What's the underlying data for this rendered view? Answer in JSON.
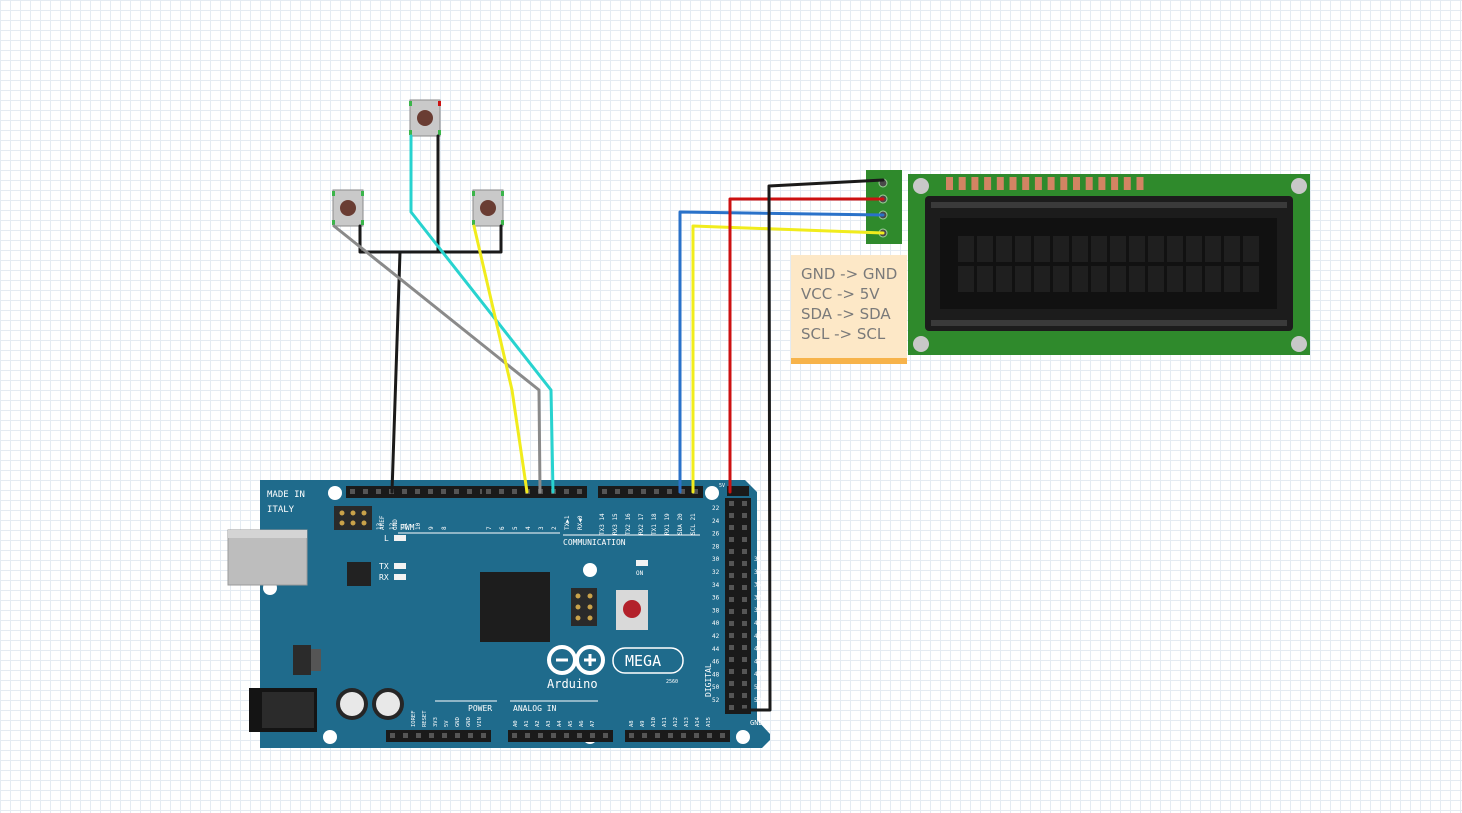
{
  "board": {
    "made_in_line1": "MADE IN",
    "made_in_line2": "ITALY",
    "brand": "Arduino",
    "model": "MEGA",
    "model_sub": "2560",
    "label_pwm": "PWM",
    "label_communication": "COMMUNICATION",
    "label_power": "POWER",
    "label_analog_in": "ANALOG IN",
    "label_digital": "DIGITAL",
    "label_on": "ON",
    "label_l": "L",
    "label_tx": "TX",
    "label_rx": "RX",
    "label_5v": "5V",
    "label_gnd_right": "GND",
    "pins_pwm": [
      "AREF",
      "GND",
      "13",
      "12",
      "11",
      "10",
      "9",
      "8",
      "7",
      "6",
      "5",
      "4",
      "3",
      "2",
      "TX▶1",
      "RX◀0"
    ],
    "pins_comm": [
      "TX3 14",
      "RX3 15",
      "TX2 16",
      "RX2 17",
      "TX1 18",
      "RX1 19",
      "SDA 20",
      "SCL 21"
    ],
    "pins_power": [
      "IOREF",
      "RESET",
      "3V3",
      "5V",
      "GND",
      "GND",
      "VIN"
    ],
    "pins_analog": [
      "A0",
      "A1",
      "A2",
      "A3",
      "A4",
      "A5",
      "A6",
      "A7",
      "A8",
      "A9",
      "A10",
      "A11",
      "A12",
      "A13",
      "A14",
      "A15"
    ],
    "pins_digital_left": [
      "22",
      "24",
      "26",
      "28",
      "30",
      "32",
      "34",
      "36",
      "38",
      "40",
      "42",
      "44",
      "46",
      "48",
      "50",
      "52"
    ],
    "pins_digital_right": [
      "31",
      "33",
      "35",
      "37",
      "39",
      "41",
      "43",
      "45",
      "47",
      "49",
      "51",
      "53"
    ]
  },
  "note": {
    "lines": [
      "GND -> GND",
      "VCC -> 5V",
      "SDA -> SDA",
      "SCL -> SCL"
    ]
  },
  "colors": {
    "board": "#1f6b8c",
    "lcd_pcb": "#2f8a2c",
    "lcd_screen": "#1b1b1b",
    "wire_black": "#1a1a1a",
    "wire_red": "#cc1111",
    "wire_blue": "#2a72c9",
    "wire_yellow": "#f1ec1d",
    "wire_cyan": "#28d3cf",
    "wire_gray": "#8a8a8a",
    "note": "#fde8c7"
  }
}
